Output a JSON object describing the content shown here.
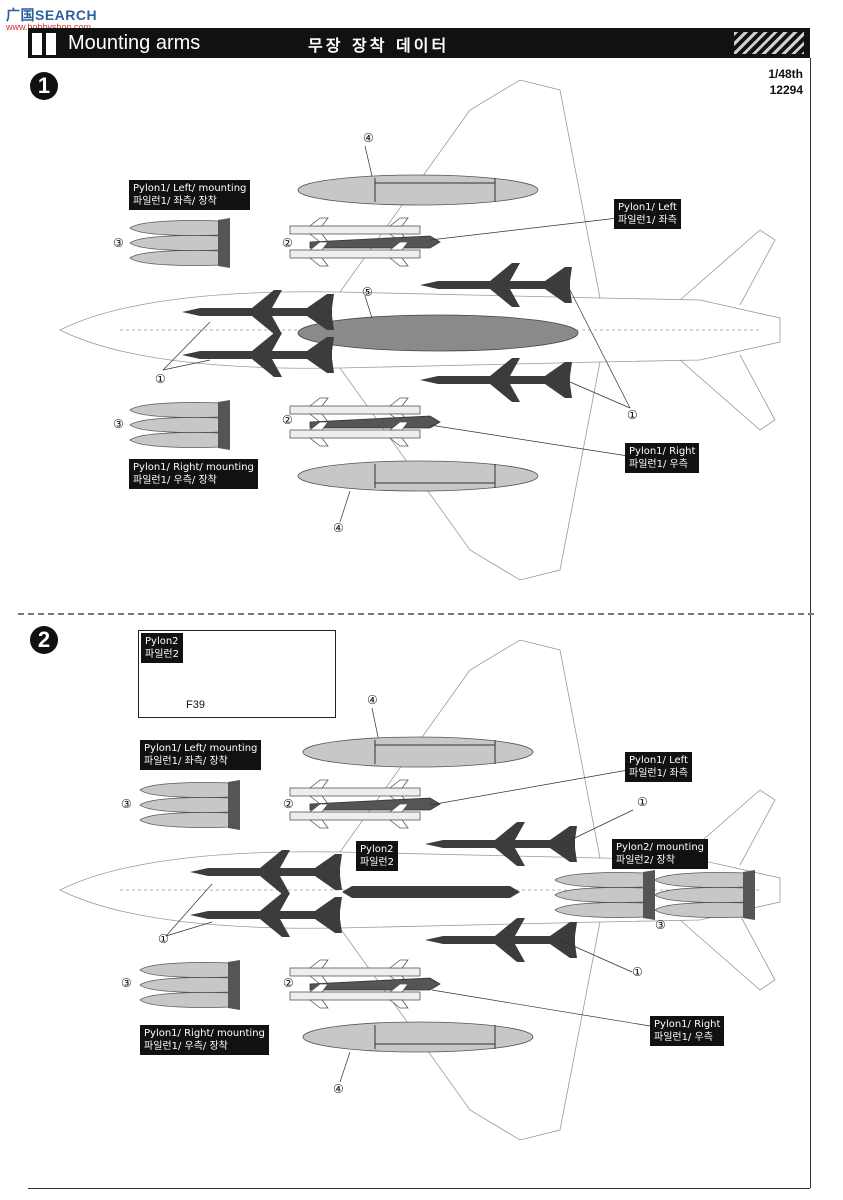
{
  "watermark": {
    "text": "广国SEARCH",
    "sub": "www.hobbyshop.com"
  },
  "header": {
    "title_en": "Mounting arms",
    "title_ko": "무장 장착 데이터"
  },
  "scale": {
    "ratio": "1/48th",
    "kit_no": "12294"
  },
  "steps": [
    "1",
    "2"
  ],
  "step1": {
    "labels": {
      "pylon1_left_mount_en": "Pylon1/ Left/ mounting",
      "pylon1_left_mount_ko": "파일런1/ 좌측/ 장착",
      "pylon1_left_en": "Pylon1/ Left",
      "pylon1_left_ko": "파일런1/ 좌측",
      "pylon1_right_mount_en": "Pylon1/ Right/ mounting",
      "pylon1_right_mount_ko": "파일런1/ 우측/ 장착",
      "pylon1_right_en": "Pylon1/  Right",
      "pylon1_right_ko": "파일런1/ 우측"
    },
    "callouts": {
      "c4a": "④",
      "c3a": "③",
      "c2a": "②",
      "c5": "⑤",
      "c1a": "①",
      "c1b": "①",
      "c3b": "③",
      "c2b": "②",
      "c4b": "④"
    }
  },
  "step2": {
    "inset": {
      "label_en": "Pylon2",
      "label_ko": "파일런2",
      "part": "F39"
    },
    "labels": {
      "pylon1_left_mount_en": "Pylon1/ Left/ mounting",
      "pylon1_left_mount_ko": "파일런1/ 좌측/ 장착",
      "pylon1_left_en": "Pylon1/ Left",
      "pylon1_left_ko": "파일런1/ 좌측",
      "pylon2_en": "Pylon2",
      "pylon2_ko": "파일런2",
      "pylon2_mount_en": "Pylon2/ mounting",
      "pylon2_mount_ko": "파일런2/ 장착",
      "pylon1_right_mount_en": "Pylon1/ Right/ mounting",
      "pylon1_right_mount_ko": "파일런1/ 우측/ 장착",
      "pylon1_right_en": "Pylon1/ Right",
      "pylon1_right_ko": "파일런1/ 우측"
    },
    "callouts": {
      "c4a": "④",
      "c3a": "③",
      "c2a": "②",
      "c1a": "①",
      "c1b": "①",
      "c1c": "①",
      "c3c": "③",
      "c3b": "③",
      "c2b": "②",
      "c4b": "④"
    }
  },
  "colors": {
    "ink": "#111111",
    "store": "#c7c7c7",
    "store_dark": "#8a8a8a",
    "missile": "#3c3c3c",
    "outline": "#9a9a9a"
  }
}
